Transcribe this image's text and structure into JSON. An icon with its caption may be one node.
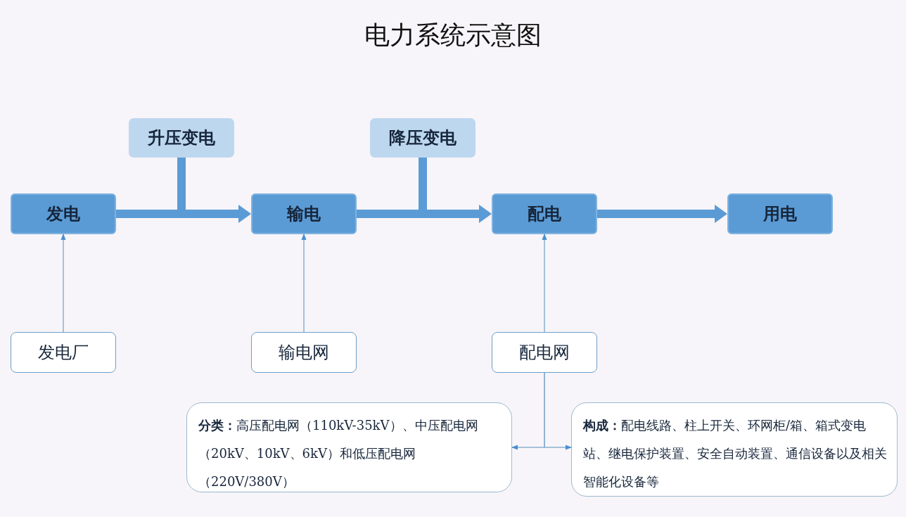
{
  "diagram": {
    "title": "电力系统示意图",
    "nodes": [
      {
        "text": [
          "发电"
        ]
      },
      {
        "text": [
          "输电"
        ]
      },
      {
        "text": [
          "配电"
        ]
      },
      {
        "text": [
          "用电"
        ]
      },
      {
        "text": [
          "升压变电"
        ]
      },
      {
        "text": [
          "降压变电"
        ]
      },
      {
        "text": [
          "发电厂"
        ]
      },
      {
        "text": [
          "输电网"
        ]
      },
      {
        "text": [
          "配电网"
        ]
      },
      {
        "text": [
          "**分类：**高压配电网（110kV-35kV）、中压配电网（20kV、10kV、6kV）和低压配电网（220V/380V）"
        ]
      },
      {
        "text": [
          "**构成：**配电线路、柱上开关、环网柜/箱、箱式变电站、继电保护装置、安全自动装置、通信设备以及相关智能化设备等"
        ]
      }
    ],
    "edges": [
      {
        "from": 0,
        "to": 1,
        "arrow": "to",
        "style": "thick"
      },
      {
        "from": 4,
        "to": 1,
        "arrow": "to",
        "style": "thick"
      },
      {
        "from": 1,
        "to": 2,
        "arrow": "to",
        "style": "thick"
      },
      {
        "from": 5,
        "to": 2,
        "arrow": "to",
        "style": "thick"
      },
      {
        "from": 2,
        "to": 3,
        "arrow": "to",
        "style": "thick"
      },
      {
        "from": 6,
        "to": 0,
        "arrow": "to"
      },
      {
        "from": 7,
        "to": 1,
        "arrow": "to"
      },
      {
        "from": 8,
        "to": 2,
        "arrow": "to"
      },
      {
        "from": 8,
        "to": 9,
        "arrow": "to"
      },
      {
        "from": 8,
        "to": 10,
        "arrow": "to"
      }
    ]
  }
}
